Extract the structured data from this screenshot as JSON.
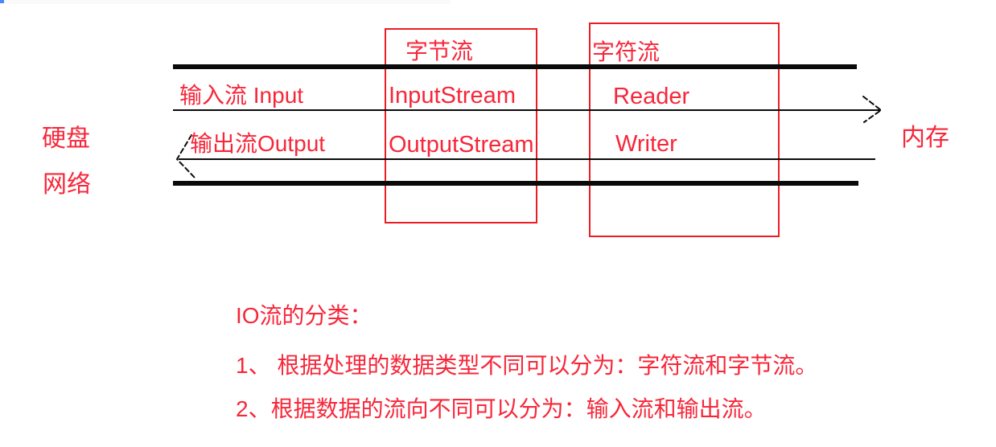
{
  "artifacts": {
    "blue_dot_color": "#4a86ff",
    "top_band_color": "#fafafa"
  },
  "colors": {
    "red_text": "#f7273a",
    "red_border": "#ed1c24",
    "line_black": "#0a0a0a",
    "background": "#ffffff"
  },
  "diagram": {
    "endpoints": {
      "left_top": "硬盘",
      "left_bottom": "网络",
      "right": "内存"
    },
    "flows": {
      "input": {
        "label": "输入流 Input"
      },
      "output": {
        "label": "输出流Output"
      }
    },
    "byte_stream": {
      "title": "字节流",
      "input_class": "InputStream",
      "output_class": "OutputStream"
    },
    "char_stream": {
      "title": "字符流",
      "input_class": "Reader",
      "output_class": "Writer"
    }
  },
  "notes": {
    "title": "IO流的分类：",
    "items": [
      "1、 根据处理的数据类型不同可以分为：字符流和字节流。",
      "2、根据数据的流向不同可以分为：输入流和输出流。"
    ]
  }
}
